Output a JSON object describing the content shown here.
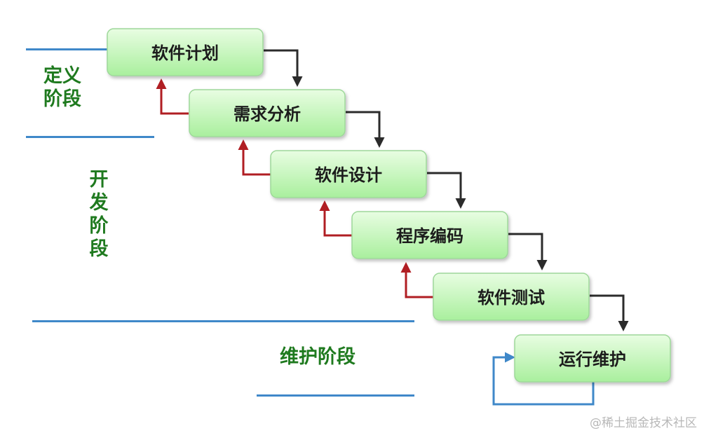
{
  "phases": [
    {
      "label": "定义\n阶段"
    },
    {
      "label": "开\n发\n阶\n段"
    },
    {
      "label": "维护阶段"
    }
  ],
  "steps": [
    {
      "label": "软件计划"
    },
    {
      "label": "需求分析"
    },
    {
      "label": "软件设计"
    },
    {
      "label": "程序编码"
    },
    {
      "label": "软件测试"
    },
    {
      "label": "运行维护"
    }
  ],
  "watermark": "@稀土掘金技术社区",
  "colors": {
    "box_fill_top": "#e8fde2",
    "box_fill_bottom": "#a9ef9d",
    "box_border": "#9ed89a",
    "forward_arrow": "#2b2b2b",
    "feedback_arrow": "#b01e23",
    "maintenance_loop": "#3f88c9",
    "phase_text": "#1f7a1f",
    "divider": "#3f88c9"
  }
}
